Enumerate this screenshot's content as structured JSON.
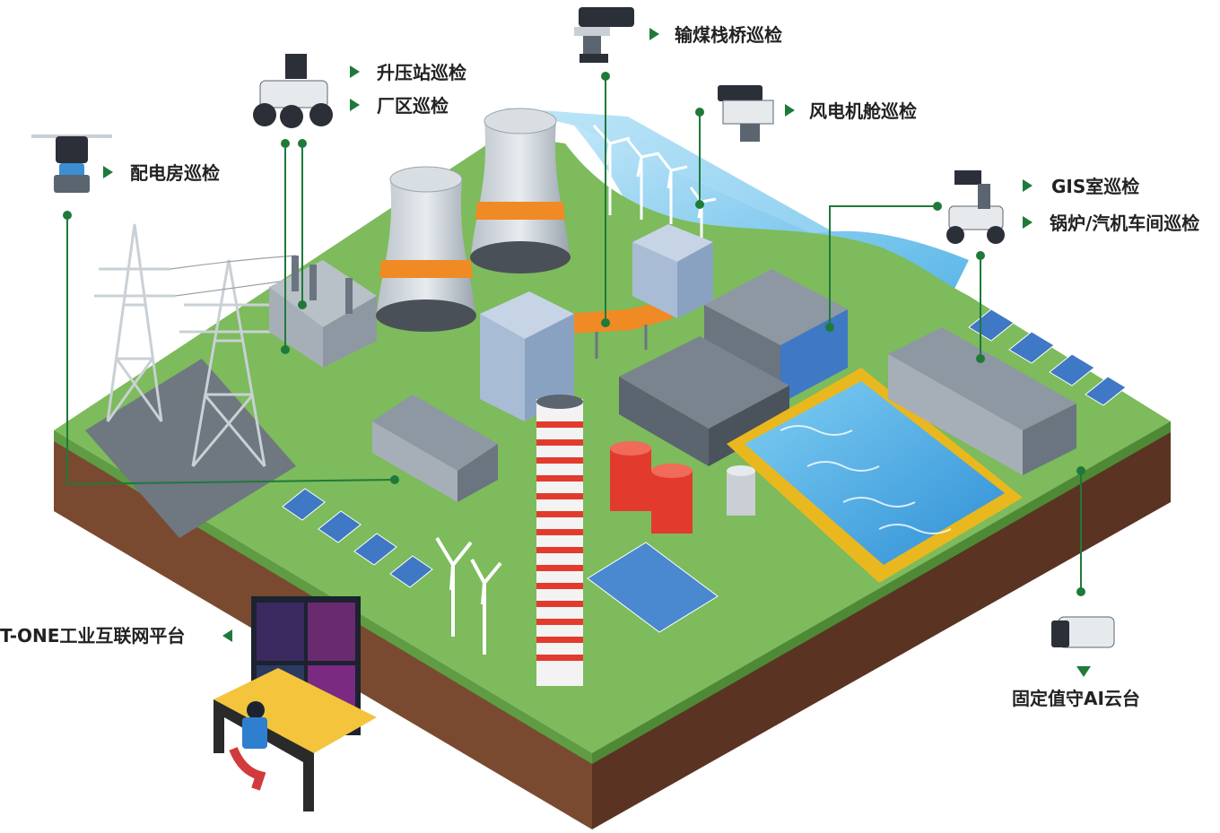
{
  "labels": {
    "distribution_room": "配电房巡检",
    "booster_station": "升压站巡检",
    "plant_area": "厂区巡检",
    "coal_trestle": "输煤栈桥巡检",
    "wind_nacelle": "风电机舱巡检",
    "gis_room": "GIS室巡检",
    "boiler_turbine": "锅炉/汽机车间巡检",
    "platform": "T-ONE工业互联网平台",
    "fixed_ptz": "固定值守AI云台"
  },
  "colors": {
    "accent_green": "#1f7a3a",
    "grass": "#7dbb5c",
    "soil": "#6b3f2a",
    "sky": "#8fd0f0",
    "concrete": "#8e9aa8",
    "orange": "#f08a24",
    "red": "#e23b2e"
  },
  "icons": [
    "rail-robot-icon",
    "wheeled-robot-icon",
    "track-camera-icon",
    "nacelle-robot-icon",
    "gis-robot-icon",
    "ptz-camera-icon",
    "operator-workstation-icon"
  ]
}
